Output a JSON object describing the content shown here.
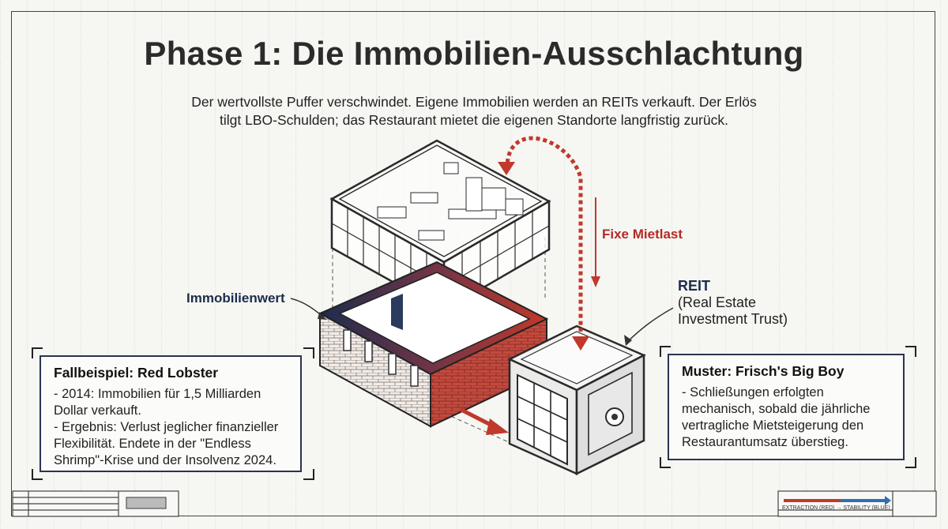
{
  "title": "Phase 1: Die Immobilien-Ausschlachtung",
  "subtitle": "Der wertvollste Puffer verschwindet. Eigene Immobilien werden an REITs verkauft. Der Erlös tilgt LBO-Schulden; das Restaurant mietet die eigenen Standorte langfristig zurück.",
  "labels": {
    "property_value": "Immobilienwert",
    "fixed_rent": "Fixe Mietlast",
    "reit_head": "REIT",
    "reit_line1": "(Real Estate",
    "reit_line2": "Investment Trust)"
  },
  "left_box": {
    "title": "Fallbeispiel: Red Lobster",
    "line1": "- 2014: Immobilien für 1,5 Milliarden Dollar verkauft.",
    "line2": "- Ergebnis: Verlust jeglicher finanzieller Flexibilität. Endete in der \"Endless Shrimp\"-Krise und der Insolvenz 2024."
  },
  "right_box": {
    "title": "Muster: Frisch's Big Boy",
    "line1": "- Schließungen erfolgten mechanisch, sobald die jährliche vertragliche Mietsteigerung den Restaurantumsatz überstieg."
  },
  "footer": {
    "legend_text": "EXTRACTION (RED) → STABILITY (BLUE)"
  },
  "colors": {
    "navy": "#1c2c4c",
    "red": "#b42a24",
    "brick": "#b8453c"
  }
}
